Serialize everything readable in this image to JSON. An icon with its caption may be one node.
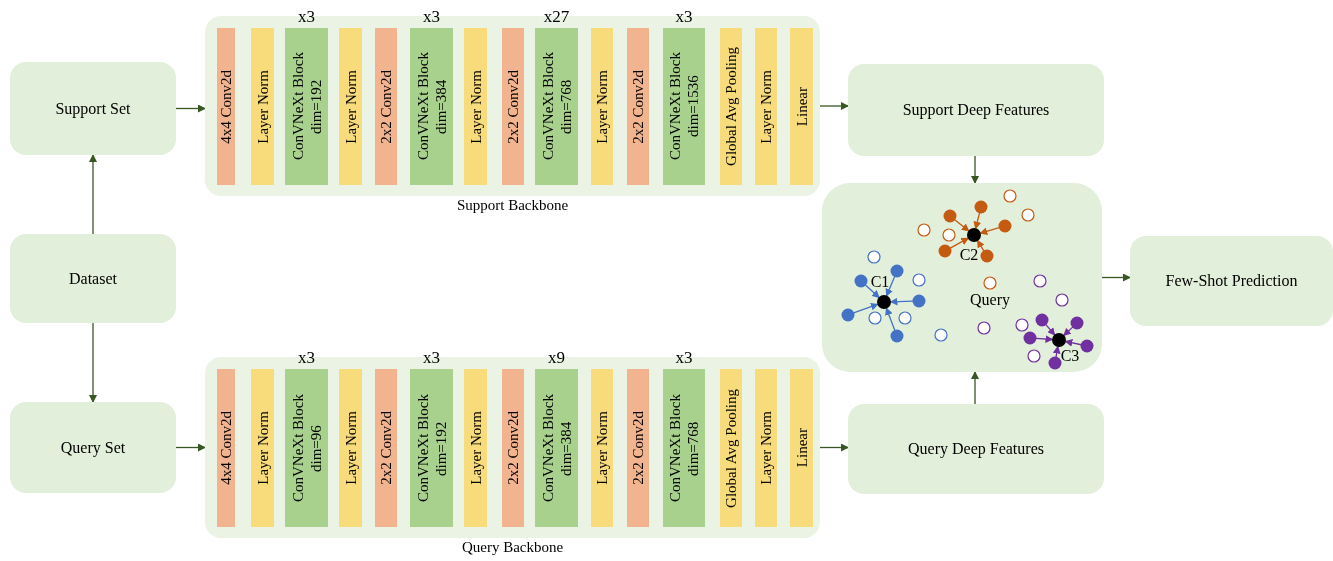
{
  "diagram": {
    "nodes": [
      {
        "text": [
          "Support Set"
        ]
      },
      {
        "text": [
          "Dataset"
        ]
      },
      {
        "text": [
          "Query Set"
        ]
      },
      {
        "text": [
          "Support Backbone"
        ]
      },
      {
        "text": [
          "4x4 Conv2d"
        ],
        "in": 3
      },
      {
        "text": [
          "Layer Norm"
        ],
        "in": 3
      },
      {
        "text": [
          "ConVNeXt Block dim=192"
        ],
        "in": 3,
        "beside": [
          "x3"
        ]
      },
      {
        "text": [
          "Layer Norm"
        ],
        "in": 3
      },
      {
        "text": [
          "2x2 Conv2d"
        ],
        "in": 3
      },
      {
        "text": [
          "ConVNeXt Block dim=384"
        ],
        "in": 3,
        "beside": [
          "x3"
        ]
      },
      {
        "text": [
          "Layer Norm"
        ],
        "in": 3
      },
      {
        "text": [
          "2x2 Conv2d"
        ],
        "in": 3
      },
      {
        "text": [
          "ConVNeXt Block dim=768"
        ],
        "in": 3,
        "beside": [
          "x27"
        ]
      },
      {
        "text": [
          "Layer Norm"
        ],
        "in": 3
      },
      {
        "text": [
          "2x2 Conv2d"
        ],
        "in": 3
      },
      {
        "text": [
          "ConVNeXt Block dim=1536"
        ],
        "in": 3,
        "beside": [
          "x3"
        ]
      },
      {
        "text": [
          "Global Avg Pooling"
        ],
        "in": 3
      },
      {
        "text": [
          "Layer Norm"
        ],
        "in": 3
      },
      {
        "text": [
          "Linear"
        ],
        "in": 3
      },
      {
        "text": [
          "Query Backbone"
        ]
      },
      {
        "text": [
          "4x4 Conv2d"
        ],
        "in": 19
      },
      {
        "text": [
          "Layer Norm"
        ],
        "in": 19
      },
      {
        "text": [
          "ConVNeXt Block dim=96"
        ],
        "in": 19,
        "beside": [
          "x3"
        ]
      },
      {
        "text": [
          "Layer Norm"
        ],
        "in": 19
      },
      {
        "text": [
          "2x2 Conv2d"
        ],
        "in": 19
      },
      {
        "text": [
          "ConVNeXt Block dim=192"
        ],
        "in": 19,
        "beside": [
          "x3"
        ]
      },
      {
        "text": [
          "Layer Norm"
        ],
        "in": 19
      },
      {
        "text": [
          "2x2 Conv2d"
        ],
        "in": 19
      },
      {
        "text": [
          "ConVNeXt Block dim=384"
        ],
        "in": 19,
        "beside": [
          "x9"
        ]
      },
      {
        "text": [
          "Layer Norm"
        ],
        "in": 19
      },
      {
        "text": [
          "2x2 Conv2d"
        ],
        "in": 19
      },
      {
        "text": [
          "ConVNeXt Block dim=768"
        ],
        "in": 19,
        "beside": [
          "x3"
        ]
      },
      {
        "text": [
          "Global Avg Pooling"
        ],
        "in": 19
      },
      {
        "text": [
          "Layer Norm"
        ],
        "in": 19
      },
      {
        "text": [
          "Linear"
        ],
        "in": 19
      },
      {
        "text": [
          "Support Deep Features"
        ]
      },
      {
        "text": [
          "Query Deep Features"
        ]
      },
      {
        "text": [
          "C2",
          "C1",
          "Query",
          "C3"
        ]
      },
      {
        "text": [
          "Few-Shot Prediction"
        ]
      }
    ],
    "edges": [
      {
        "from": 1,
        "to": 0,
        "arrow": "to"
      },
      {
        "from": 1,
        "to": 2,
        "arrow": "to"
      },
      {
        "from": 0,
        "to": 3,
        "arrow": "to"
      },
      {
        "from": 2,
        "to": 19,
        "arrow": "to"
      },
      {
        "from": 3,
        "to": 35,
        "arrow": "to"
      },
      {
        "from": 19,
        "to": 36,
        "arrow": "to"
      },
      {
        "from": 35,
        "to": 37,
        "arrow": "to"
      },
      {
        "from": 36,
        "to": 37,
        "arrow": "to"
      },
      {
        "from": 37,
        "to": 38,
        "arrow": "to"
      }
    ]
  }
}
